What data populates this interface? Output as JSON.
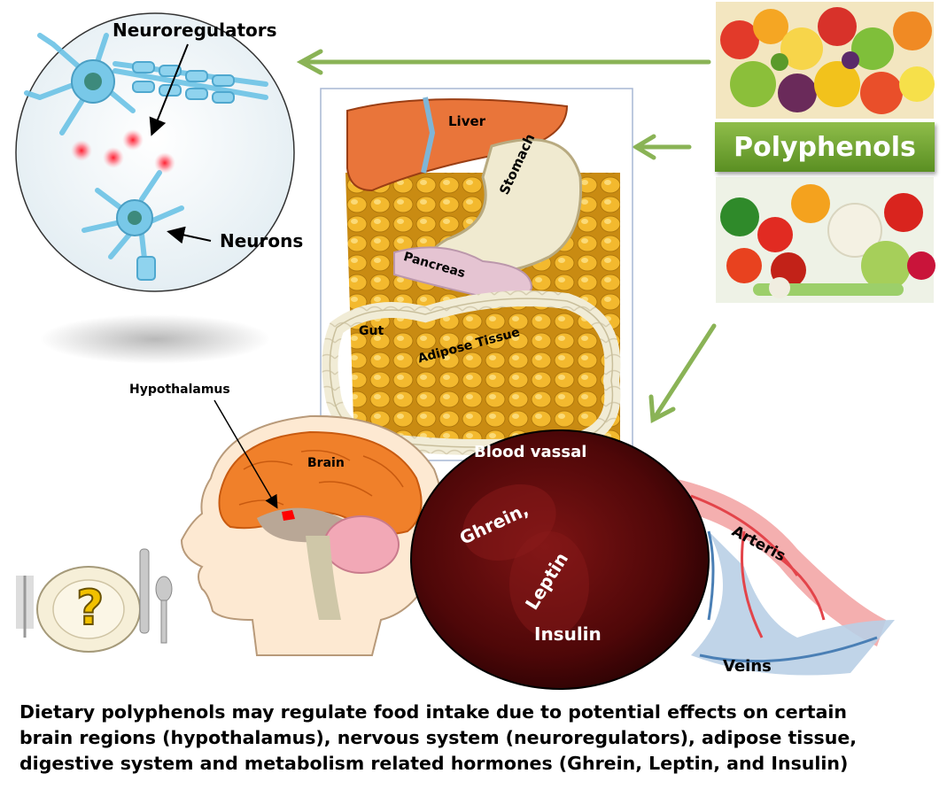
{
  "labels": {
    "neuroregulators": "Neuroregulators",
    "neurons": "Neurons",
    "liver": "Liver",
    "stomach": "Stomach",
    "pancreas": "Pancreas",
    "gut": "Gut",
    "adipose_tissue": "Adipose Tissue",
    "hypothalamus": "Hypothalamus",
    "brain": "Brain",
    "blood_vessel": "Blood vassal",
    "ghrelin": "Ghrein,",
    "leptin": "Leptin",
    "insulin": "Insulin",
    "arteries": "Arteris",
    "veins": "Veins",
    "polyphenols": "Polyphenols",
    "plate_symbol": "?"
  },
  "caption": {
    "line1": "Dietary polyphenols may regulate food intake due to potential effects on certain",
    "line2": "brain regions (hypothalamus),  nervous system (neuroregulators), adipose tissue,",
    "line3": "digestive system and metabolism related hormones (Ghrein, Leptin, and Insulin)"
  },
  "colors": {
    "arrow_green": "#8ab356",
    "banner_green": "#6fa631",
    "blood_dark": "#5a0a0c",
    "brain_orange": "#f0802a",
    "fat_yellow": "#f1b62a"
  }
}
